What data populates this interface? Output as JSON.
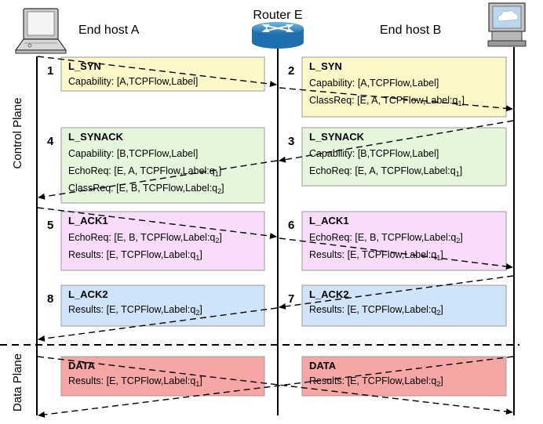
{
  "hosts": {
    "a": "End host A",
    "e": "Router E",
    "b": "End host B"
  },
  "planes": {
    "control": "Control Plane",
    "data": "Data Plane"
  },
  "colors": {
    "yellow": "#fdf8c8",
    "green": "#e6f6dc",
    "pink": "#f9dcf9",
    "blue": "#cfe4f8",
    "red": "#f7a6a6"
  },
  "icons": {
    "host_a": "laptop-icon",
    "router": "router-icon",
    "host_b": "desktop-computer-icon"
  },
  "steps": [
    {
      "num": "1",
      "title": "L_SYN",
      "color": "yellow",
      "lines": [
        {
          "t": "Capability: [A,TCPFlow,Label]"
        }
      ]
    },
    {
      "num": "2",
      "title": "L_SYN",
      "color": "yellow",
      "lines": [
        {
          "t": "Capability: [A,TCPFlow,Label]"
        },
        {
          "t": "ClassReq: [E, A, TCPFlow,Label:q",
          "sub": "1",
          "end": "]"
        }
      ]
    },
    {
      "num": "3",
      "title": "L_SYNACK",
      "color": "green",
      "lines": [
        {
          "t": "Capability: [B,TCPFlow,Label]"
        },
        {
          "t": "EchoReq: [E, A, TCPFlow,Label:q",
          "sub": "1",
          "end": "]"
        }
      ]
    },
    {
      "num": "4",
      "title": "L_SYNACK",
      "color": "green",
      "lines": [
        {
          "t": "Capability: [B,TCPFlow,Label]"
        },
        {
          "t": "EchoReq: [E, A, TCPFlow,Label:q",
          "sub": "1",
          "end": "]"
        },
        {
          "t": "ClassReq: [E, B, TCPFlow,Label:q",
          "sub": "2",
          "end": "]"
        }
      ]
    },
    {
      "num": "5",
      "title": "L_ACK1",
      "color": "pink",
      "lines": [
        {
          "t": "EchoReq: [E, B, TCPFlow,Label:q",
          "sub": "2",
          "end": "]"
        },
        {
          "t": "Results: [E, TCPFlow,Label:q",
          "sub": "1",
          "end": "]"
        }
      ]
    },
    {
      "num": "6",
      "title": "L_ACK1",
      "color": "pink",
      "lines": [
        {
          "t": "EchoReq: [E, B, TCPFlow,Label:q",
          "sub": "2",
          "end": "]"
        },
        {
          "t": "Results: [E, TCPFlow,Label:q",
          "sub": "1",
          "end": "]"
        }
      ]
    },
    {
      "num": "7",
      "title": "L_ACK2",
      "color": "blue",
      "lines": [
        {
          "t": "Results: [E, TCPFlow,Label:q",
          "sub": "2",
          "end": "]"
        }
      ]
    },
    {
      "num": "8",
      "title": "L_ACK2",
      "color": "blue",
      "lines": [
        {
          "t": "Results: [E, TCPFlow,Label:q",
          "sub": "2",
          "end": "]"
        }
      ]
    },
    {
      "num": "",
      "title": "DATA",
      "color": "red",
      "lines": [
        {
          "t": "Results: [E, TCPFlow,Label:q",
          "sub": "1",
          "end": "]"
        }
      ]
    },
    {
      "num": "",
      "title": "DATA",
      "color": "red",
      "lines": [
        {
          "t": "Results: [E, TCPFlow,Label:q",
          "sub": "2",
          "end": "]"
        }
      ]
    }
  ]
}
